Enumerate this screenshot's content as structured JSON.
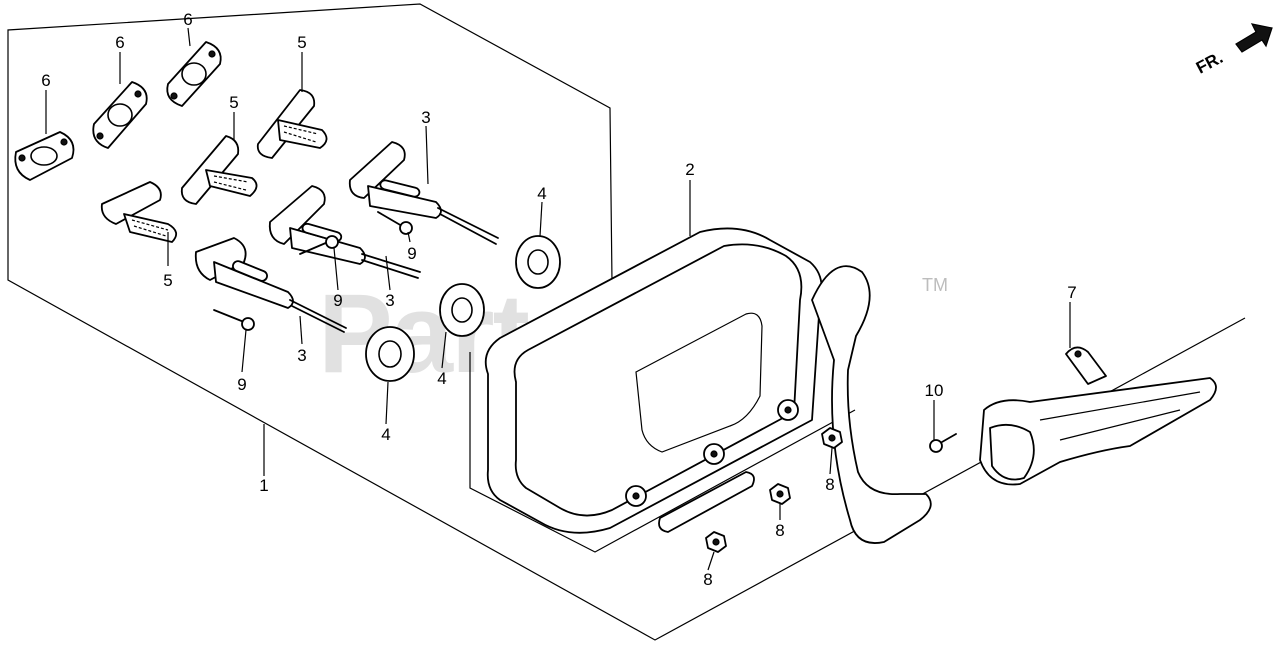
{
  "watermark": {
    "text": "PartsTree",
    "trademark": "TM"
  },
  "orientation": {
    "label": "FR."
  },
  "callouts": {
    "c1": "1",
    "c2": "2",
    "c3a": "3",
    "c3b": "3",
    "c3c": "3",
    "c4a": "4",
    "c4b": "4",
    "c4c": "4",
    "c5a": "5",
    "c5b": "5",
    "c5c": "5",
    "c6a": "6",
    "c6b": "6",
    "c6c": "6",
    "c7": "7",
    "c8a": "8",
    "c8b": "8",
    "c8c": "8",
    "c9a": "9",
    "c9b": "9",
    "c9c": "9",
    "c10": "10"
  }
}
